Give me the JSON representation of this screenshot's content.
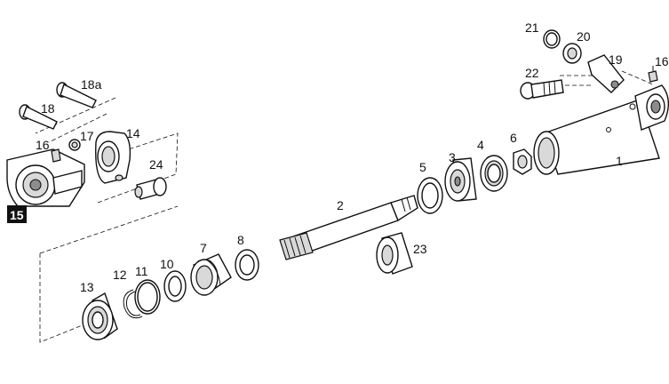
{
  "labels": {
    "p1": "1",
    "p2": "2",
    "p3": "3",
    "p4": "4",
    "p5": "5",
    "p6": "6",
    "p7": "7",
    "p8": "8",
    "p10": "10",
    "p11": "11",
    "p12": "12",
    "p13": "13",
    "p14": "14",
    "p15": "15",
    "p16a": "16",
    "p16b": "16",
    "p17": "17",
    "p18": "18",
    "p18a": "18a",
    "p19": "19",
    "p20": "20",
    "p21": "21",
    "p22": "22",
    "p23": "23",
    "p24": "24"
  }
}
